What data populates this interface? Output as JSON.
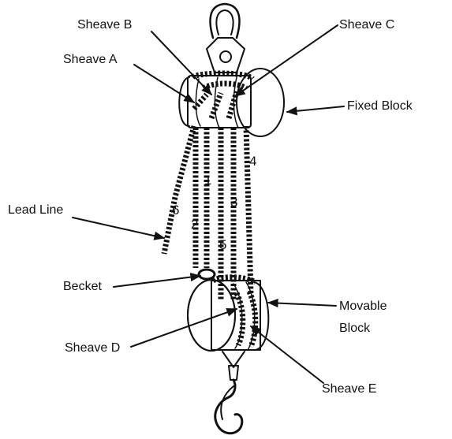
{
  "labels": {
    "sheave_a": "Sheave A",
    "sheave_b": "Sheave B",
    "sheave_c": "Sheave C",
    "fixed_block": "Fixed Block",
    "lead_line": "Lead Line",
    "becket": "Becket",
    "movable_block_line1": "Movable",
    "movable_block_line2": "Block",
    "sheave_d": "Sheave D",
    "sheave_e": "Sheave E"
  },
  "line_numbers": [
    "1",
    "2",
    "3",
    "4",
    "5",
    "6"
  ]
}
